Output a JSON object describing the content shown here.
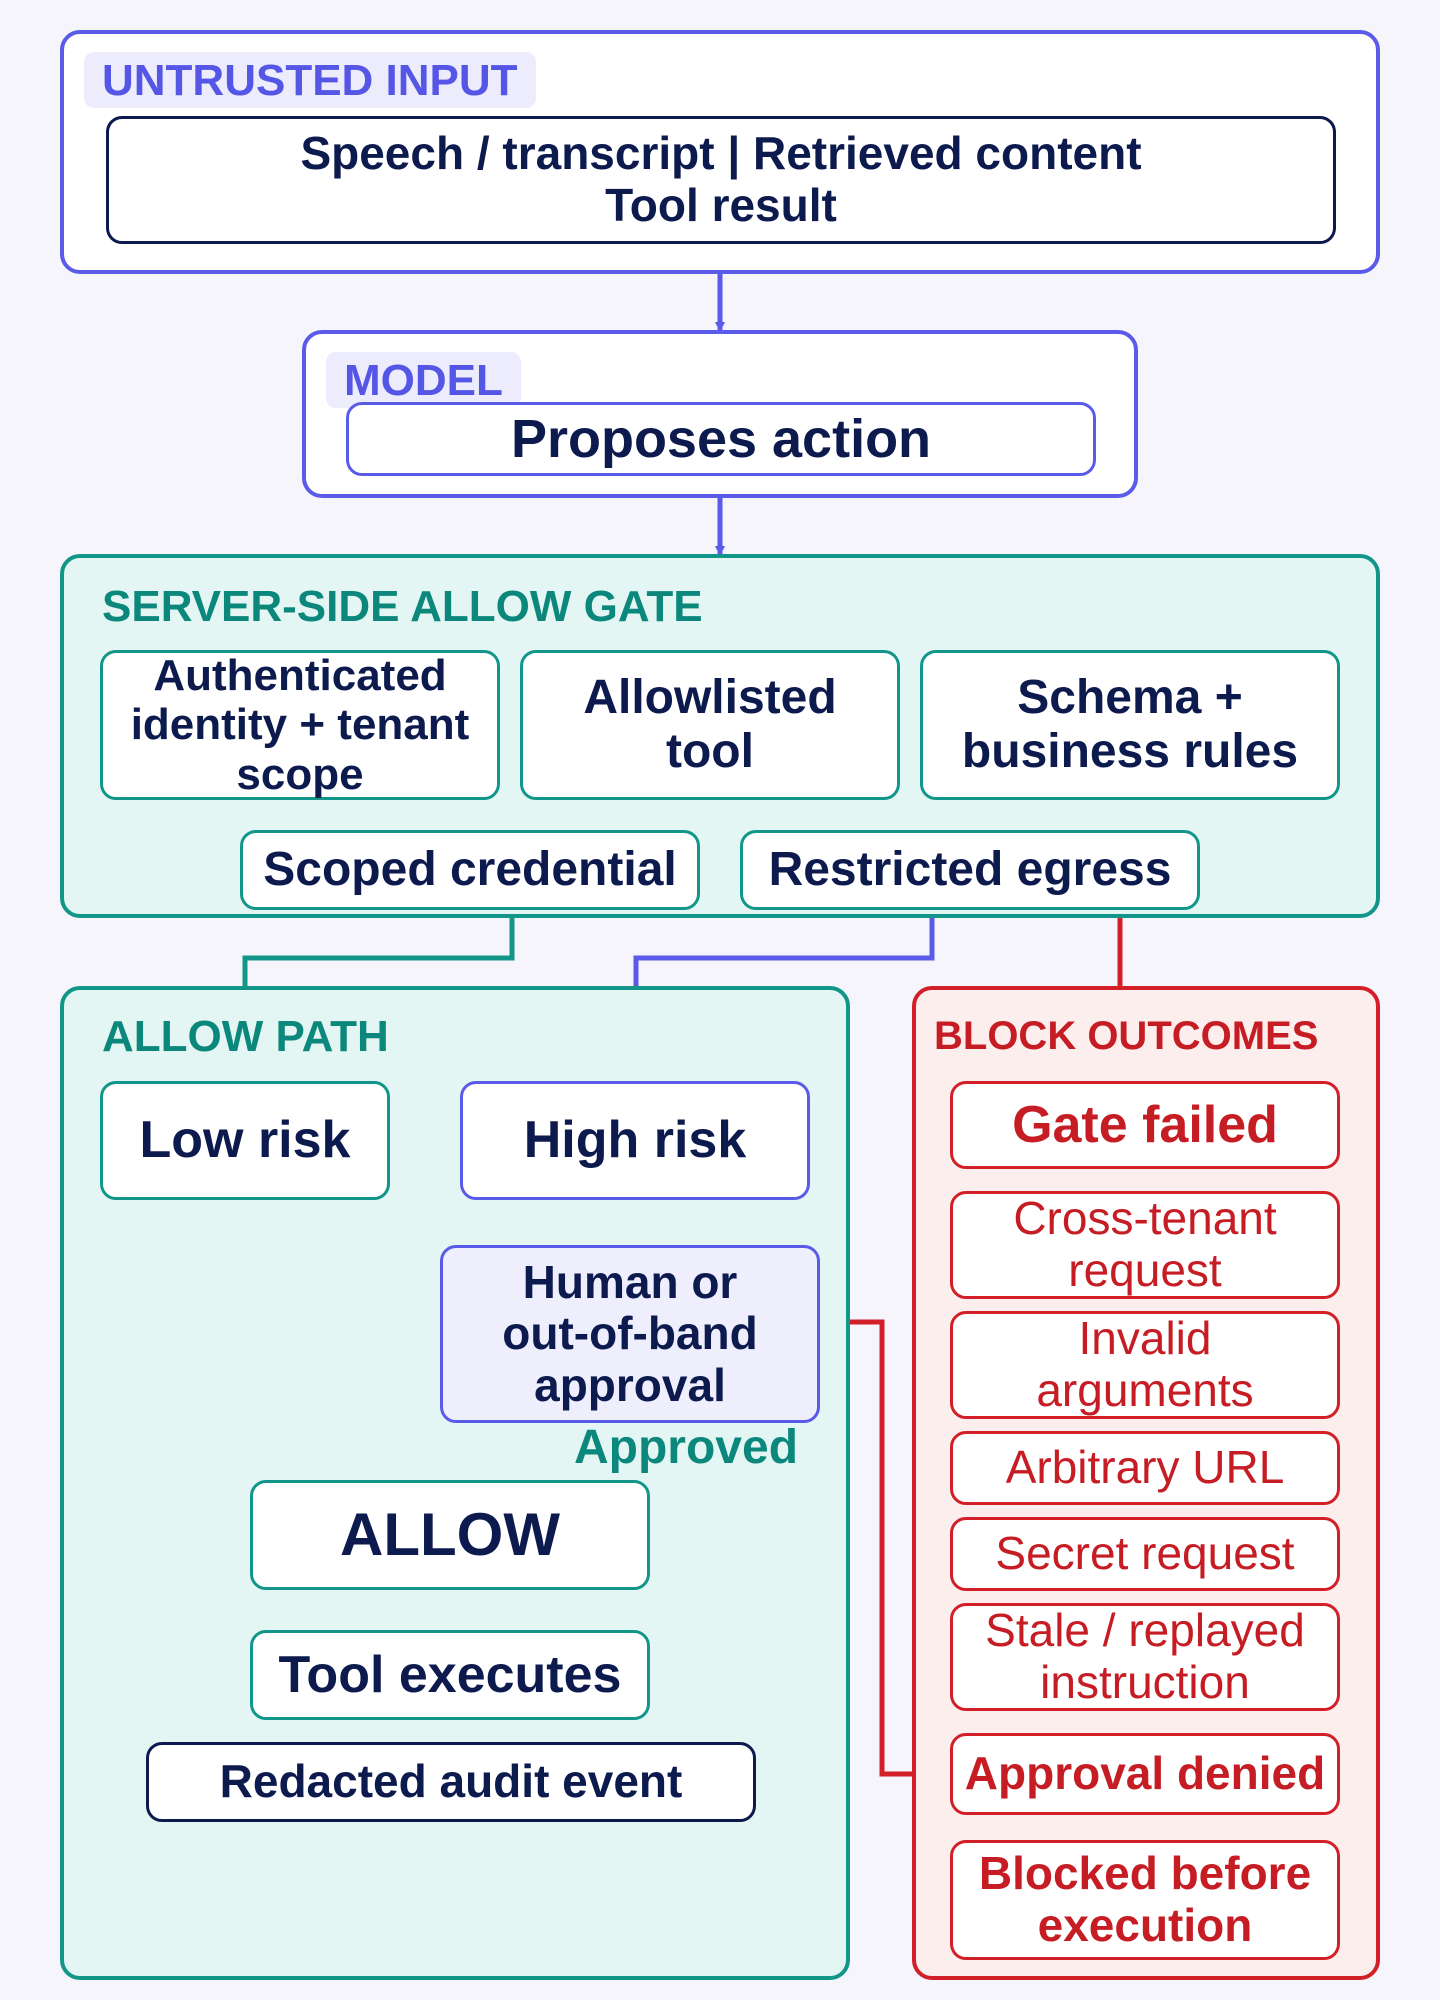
{
  "untrusted": {
    "tag": "UNTRUSTED INPUT",
    "sources": "Speech / transcript  |  Retrieved content\nTool result"
  },
  "model": {
    "tag": "MODEL",
    "action": "Proposes action"
  },
  "gate": {
    "tag": "SERVER-SIDE ALLOW GATE",
    "checks": [
      "Authenticated\nidentity + tenant\nscope",
      "Allowlisted\ntool",
      "Schema +\nbusiness rules",
      "Scoped credential",
      "Restricted egress"
    ]
  },
  "allow_path": {
    "tag": "ALLOW PATH",
    "low_risk": "Low risk",
    "high_risk": "High risk",
    "approval": "Human or\nout-of-band\napproval",
    "approved": "Approved",
    "allow": "ALLOW",
    "executes": "Tool executes",
    "audit": "Redacted audit event"
  },
  "block": {
    "tag": "BLOCK OUTCOMES",
    "gate_failed": "Gate failed",
    "reasons": [
      "Cross-tenant\nrequest",
      "Invalid\narguments",
      "Arbitrary URL",
      "Secret request",
      "Stale / replayed\ninstruction"
    ],
    "approval_denied": "Approval denied",
    "blocked": "Blocked before\nexecution"
  },
  "colors": {
    "indigo": "#5b5bea",
    "teal": "#12968a",
    "red": "#d21f28",
    "navy": "#0c1a4e"
  }
}
